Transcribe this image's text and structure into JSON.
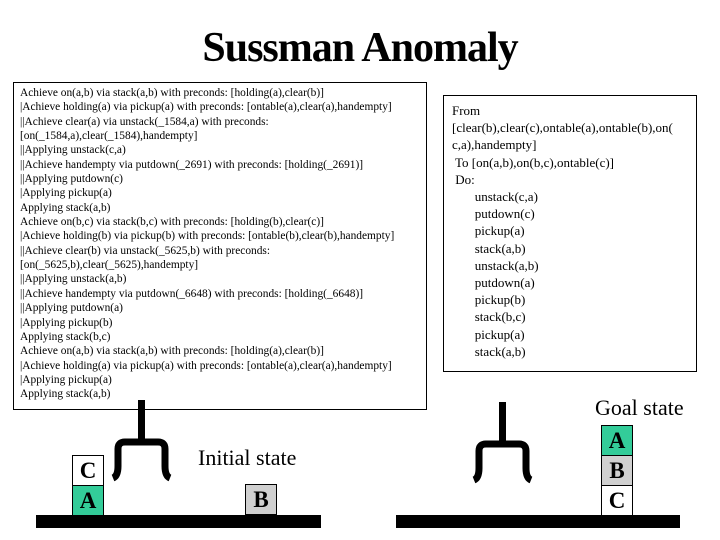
{
  "title": "Sussman Anomaly",
  "trace_box": {
    "lines": [
      "Achieve on(a,b) via stack(a,b) with preconds: [holding(a),clear(b)]",
      "|Achieve holding(a) via pickup(a) with preconds: [ontable(a),clear(a),handempty]",
      "||Achieve clear(a) via unstack(_1584,a) with preconds:",
      "[on(_1584,a),clear(_1584),handempty]",
      "||Applying unstack(c,a)",
      "||Achieve handempty via putdown(_2691) with preconds: [holding(_2691)]",
      "||Applying putdown(c)",
      "|Applying pickup(a)",
      "Applying stack(a,b)",
      "Achieve on(b,c) via stack(b,c) with preconds: [holding(b),clear(c)]",
      "|Achieve holding(b) via pickup(b) with preconds: [ontable(b),clear(b),handempty]",
      "||Achieve clear(b) via unstack(_5625,b) with preconds:",
      "[on(_5625,b),clear(_5625),handempty]",
      "||Applying unstack(a,b)",
      "||Achieve handempty via putdown(_6648) with preconds: [holding(_6648)]",
      "||Applying putdown(a)",
      "|Applying pickup(b)",
      "Applying stack(b,c)",
      "Achieve on(a,b) via stack(a,b) with preconds: [holding(a),clear(b)]",
      "|Achieve holding(a) via pickup(a) with preconds: [ontable(a),clear(a),handempty]",
      "|Applying pickup(a)",
      "Applying stack(a,b)"
    ]
  },
  "plan_box": {
    "lines": [
      "From",
      "[clear(b),clear(c),ontable(a),ontable(b),on(",
      "c,a),handempty]",
      " To [on(a,b),on(b,c),ontable(c)]",
      " Do:",
      "       unstack(c,a)",
      "       putdown(c)",
      "       pickup(a)",
      "       stack(a,b)",
      "       unstack(a,b)",
      "       putdown(a)",
      "       pickup(b)",
      "       stack(b,c)",
      "       pickup(a)",
      "       stack(a,b)"
    ]
  },
  "initial_state": {
    "label": "Initial state",
    "blocks": [
      {
        "label": "C",
        "color": "#FFFFFF"
      },
      {
        "label": "A",
        "color": "#33CC99"
      },
      {
        "label": "B",
        "color": "#D0D0D0"
      }
    ]
  },
  "goal_state": {
    "label": "Goal state",
    "blocks": [
      {
        "label": "A",
        "color": "#33CC99"
      },
      {
        "label": "B",
        "color": "#D0D0D0"
      },
      {
        "label": "C",
        "color": "#FFFFFF"
      }
    ]
  },
  "colors": {
    "block_green": "#33CC99",
    "block_gray": "#D0D0D0",
    "block_white": "#FFFFFF",
    "table": "#000000",
    "text": "#000000"
  }
}
